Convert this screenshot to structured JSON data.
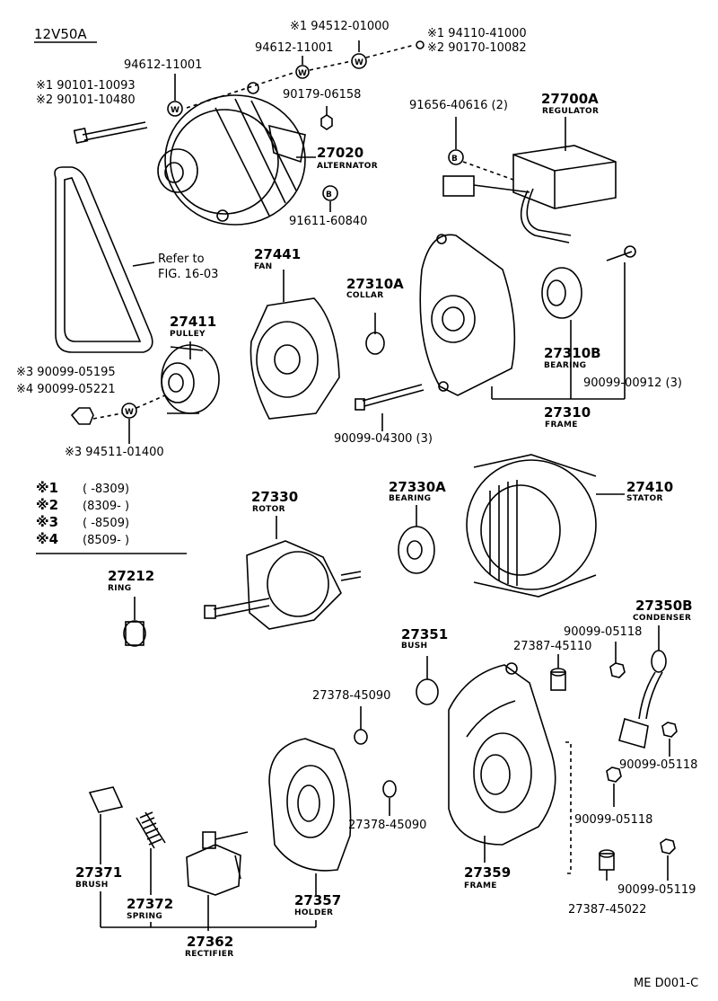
{
  "diagram_title": "12V50A",
  "footer_code": "ME D001-C",
  "legend": [
    {
      "mark": "※1",
      "range": "(      -8309)"
    },
    {
      "mark": "※2",
      "range": "(8309-       )"
    },
    {
      "mark": "※3",
      "range": "(      -8509)"
    },
    {
      "mark": "※4",
      "range": "(8509-       )"
    }
  ],
  "labels": {
    "p_94512": "※1 94512-01000",
    "p_94612b": "94612-11001",
    "p_194110": "※1 94110-41000",
    "p_290170": "※2 90170-10082",
    "p_94612a": "94612-11001",
    "p_190101": "※1 90101-10093",
    "p_290101": "※2 90101-10480",
    "p_90179": "90179-06158",
    "p_91656": "91656-40616 (2)",
    "p_27700": "27700A",
    "p_27700_name": "REGULATOR",
    "p_27020": "27020",
    "p_27020_name": "ALTERNATOR",
    "p_91611": "91611-60840",
    "refer_1": "Refer to",
    "refer_2": "FIG. 16-03",
    "p_27441": "27441",
    "p_27441_name": "FAN",
    "p_27310A": "27310A",
    "p_27310A_name": "COLLAR",
    "p_27411": "27411",
    "p_27411_name": "PULLEY",
    "p_27310B": "27310B",
    "p_27310B_name": "BEARING",
    "p_90099_00912": "90099-00912 (3)",
    "p_3_90099_05195": "※3 90099-05195",
    "p_4_90099_05221": "※4 90099-05221",
    "p_27310": "27310",
    "p_27310_name": "FRAME",
    "p_90099_04300": "90099-04300 (3)",
    "p_3_94511": "※3 94511-01400",
    "p_27330A": "27330A",
    "p_27330A_name": "BEARING",
    "p_27410": "27410",
    "p_27410_name": "STATOR",
    "p_27330": "27330",
    "p_27330_name": "ROTOR",
    "p_27212": "27212",
    "p_27212_name": "RING",
    "p_27350B": "27350B",
    "p_27350B_name": "CONDENSER",
    "p_90099_05118a": "90099-05118",
    "p_27351": "27351",
    "p_27351_name": "BUSH",
    "p_27387_45110": "27387-45110",
    "p_27378_45090a": "27378-45090",
    "p_90099_05118b": "90099-05118",
    "p_27378_45090b": "27378-45090",
    "p_90099_05118c": "90099-05118",
    "p_27359": "27359",
    "p_27359_name": "FRAME",
    "p_27371": "27371",
    "p_27371_name": "BRUSH",
    "p_27372": "27372",
    "p_27372_name": "SPRING",
    "p_27357": "27357",
    "p_27357_name": "HOLDER",
    "p_90099_05119": "90099-05119",
    "p_27387_45022": "27387-45022",
    "p_27362": "27362",
    "p_27362_name": "RECTIFIER"
  }
}
